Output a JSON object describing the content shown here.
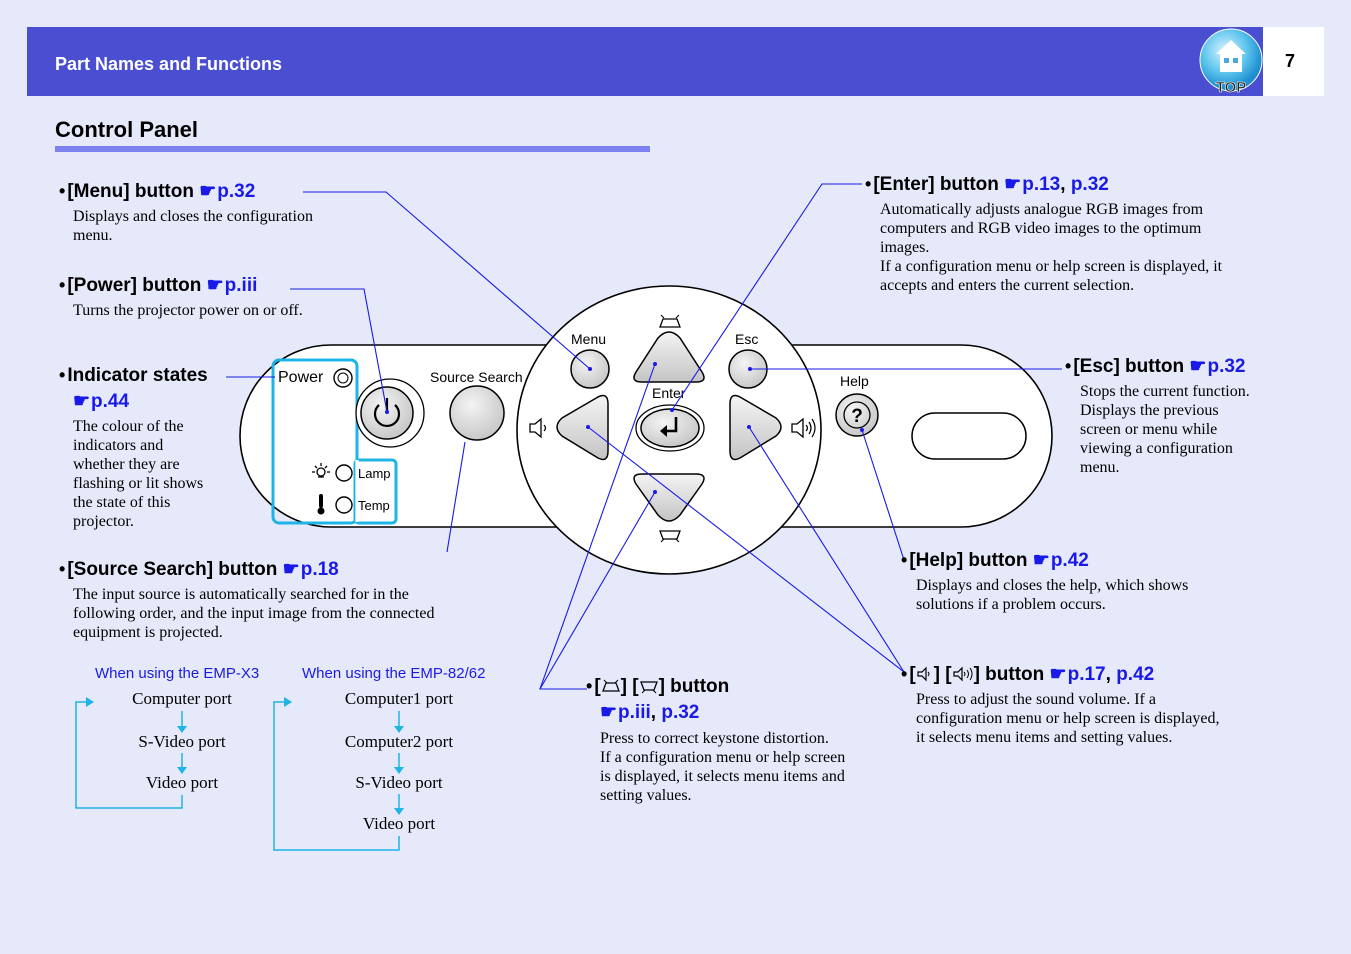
{
  "header": {
    "title": "Part Names and Functions",
    "page": "7",
    "top_label": "TOP"
  },
  "section_title": "Control Panel",
  "panel": {
    "power": "Power",
    "lamp": "Lamp",
    "temp": "Temp",
    "source_search": "Source Search",
    "menu": "Menu",
    "esc": "Esc",
    "enter": "Enter",
    "help": "Help"
  },
  "items": {
    "menu": {
      "title": "[Menu] button ",
      "links": [
        "p.32"
      ],
      "desc": [
        "Displays and closes the configuration",
        "menu."
      ]
    },
    "power": {
      "title": "[Power] button ",
      "links": [
        "p.iii"
      ],
      "desc": [
        "Turns the projector power on or off."
      ]
    },
    "indicator": {
      "title": "Indicator states",
      "links": [
        "p.44"
      ],
      "desc": [
        "The colour of the",
        "indicators and",
        "whether they are",
        "flashing or lit shows",
        "the state of this",
        "projector."
      ]
    },
    "source": {
      "title": "[Source Search] button ",
      "links": [
        "p.18"
      ],
      "desc": [
        "The input source is automatically searched for in the",
        "following order, and the input image from the connected",
        "equipment is projected."
      ]
    },
    "enter": {
      "title": "[Enter] button ",
      "links": [
        "p.13",
        "p.32"
      ],
      "desc": [
        "Automatically adjusts analogue RGB images from",
        "computers and RGB video images to the optimum",
        "images.",
        "If a configuration menu or help screen is displayed, it",
        "accepts and enters the current selection."
      ]
    },
    "esc": {
      "title": "[Esc] button ",
      "links": [
        "p.32"
      ],
      "desc": [
        "Stops the current function.",
        "Displays the previous",
        "screen or menu while",
        "viewing a configuration",
        "menu."
      ]
    },
    "help": {
      "title": "[Help] button ",
      "links": [
        "p.42"
      ],
      "desc": [
        "Displays and closes the help, which shows",
        "solutions if a problem occurs."
      ]
    },
    "keystone": {
      "title_a": "[",
      "title_b": "] [",
      "title_c": "] button",
      "links": [
        "p.iii",
        "p.32"
      ],
      "desc": [
        "Press to correct keystone distortion.",
        "If a configuration menu or help screen",
        "is displayed, it selects menu items and",
        "setting values."
      ]
    },
    "volume": {
      "title_a": "[",
      "title_b": "] [",
      "title_c": "] button ",
      "links": [
        "p.17",
        "p.42"
      ],
      "desc": [
        "Press to adjust the sound volume. If a",
        "configuration menu or help screen is displayed,",
        "it selects menu items and setting values."
      ]
    }
  },
  "flow_x3": {
    "heading": "When using the EMP-X3",
    "steps": [
      "Computer port",
      "S-Video port",
      "Video port"
    ]
  },
  "flow_82": {
    "heading": "When using the EMP-82/62",
    "steps": [
      "Computer1 port",
      "Computer2 port",
      "S-Video port",
      "Video port"
    ]
  },
  "colors": {
    "header": "#4a4ed0",
    "rule": "#7b82f0",
    "link": "#1a1ae6",
    "callout": "#1a1ae6",
    "indicator_frame": "#1eb4e6",
    "flow_arrow": "#1eb4e6"
  }
}
